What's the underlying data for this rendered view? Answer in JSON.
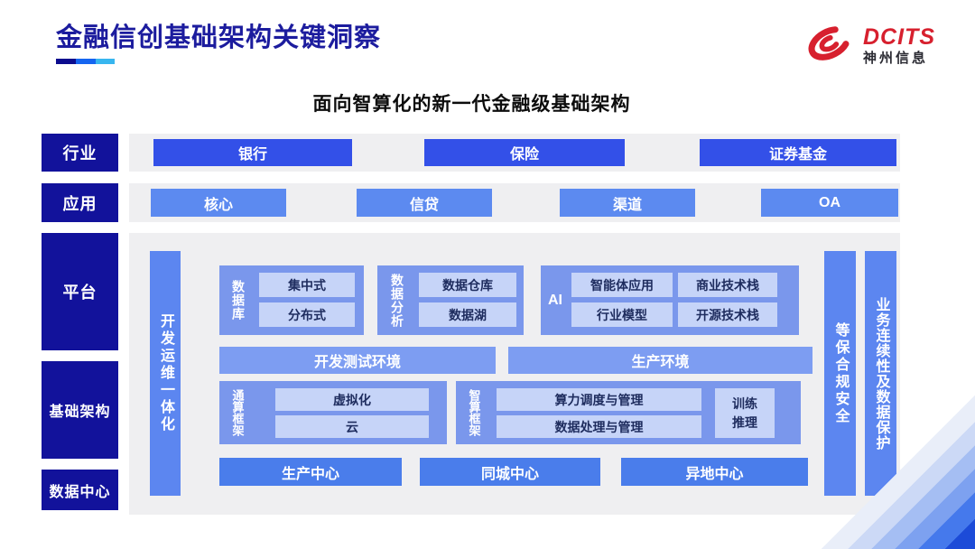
{
  "header": {
    "title": "金融信创基础架构关键洞察",
    "logo": {
      "brand": "DCITS",
      "company": "神州信息"
    }
  },
  "subtitle": "面向智算化的新一代金融级基础架构",
  "left_rail": [
    "行业",
    "应用",
    "平台",
    "基础架构",
    "数据中心"
  ],
  "industry": [
    "银行",
    "保险",
    "证券基金"
  ],
  "application": [
    "核心",
    "信贷",
    "渠道",
    "OA"
  ],
  "platform": {
    "devops": "开发运维一体化",
    "database": {
      "label": "数据库",
      "items": [
        "集中式",
        "分布式"
      ]
    },
    "analytics": {
      "label": "数据分析",
      "items": [
        "数据仓库",
        "数据湖"
      ]
    },
    "ai": {
      "label": "AI",
      "items": [
        "智能体应用",
        "商业技术栈",
        "行业模型",
        "开源技术栈"
      ]
    },
    "environments": [
      "开发测试环境",
      "生产环境"
    ],
    "general_compute": {
      "label": "通算框架",
      "items": [
        "虚拟化",
        "云"
      ]
    },
    "ai_compute": {
      "label": "智算框架",
      "items": [
        "算力调度与管理",
        "数据处理与管理"
      ],
      "side": "训练推理"
    },
    "data_centers": [
      "生产中心",
      "同城中心",
      "异地中心"
    ],
    "security": "等保合规安全",
    "continuity": "业务连续性及数据保护"
  },
  "colors": {
    "title_navy": "#1c1c9e",
    "rail_navy": "#12129b",
    "industry_blue": "#3350e8",
    "application_blue": "#5c8af0",
    "bar_blue": "#5c86f0",
    "group_blue": "#7a97ec",
    "env_blue": "#7d9df2",
    "chip_light": "#c6d4f8",
    "chip_text": "#1e2c5e",
    "datacenter_blue": "#4a7deb",
    "panel_gray": "#efeff1",
    "logo_red": "#d7202e",
    "underline": [
      "#0c0c8e",
      "#1565f0",
      "#38b6ef"
    ]
  }
}
